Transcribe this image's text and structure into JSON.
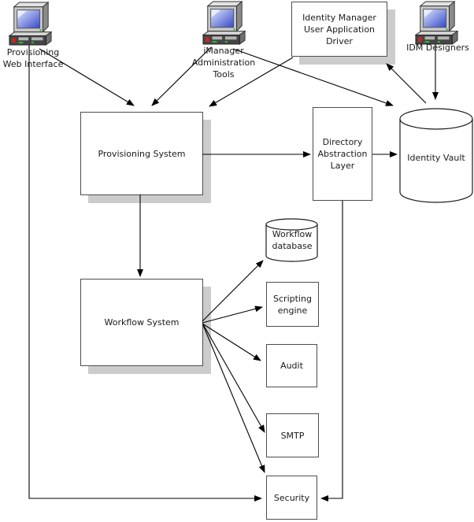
{
  "title": "Identity Manager provisioning architecture diagram",
  "colors": {
    "background": "#ffffff",
    "box_border": "#4d4d4d",
    "drop_shadow": "#cccccc",
    "connector_line": "#000000",
    "screen_blue": "#3648c8",
    "power_button_red": "#c8281e",
    "led_green": "#2fbf2f"
  },
  "nodes": {
    "provisioning_web_interface": {
      "label": "Provisioning\nWeb Interface",
      "type": "computer"
    },
    "imanager": {
      "label": "iManager\nAdministration\nTools",
      "type": "computer"
    },
    "idm_designers": {
      "label": "IDM Designers",
      "type": "computer"
    },
    "user_app_driver": {
      "label": "Identity Manager\nUser Application\nDriver",
      "type": "box"
    },
    "provisioning_system": {
      "label": "Provisioning System",
      "type": "box"
    },
    "directory_abstraction_layer": {
      "label": "Directory\nAbstraction\nLayer",
      "type": "box"
    },
    "identity_vault": {
      "label": "Identity Vault",
      "type": "cylinder"
    },
    "workflow_system": {
      "label": "Workflow System",
      "type": "box"
    },
    "workflow_database": {
      "label": "Workflow\ndatabase",
      "type": "cylinder"
    },
    "scripting_engine": {
      "label": "Scripting\nengine",
      "type": "box"
    },
    "audit": {
      "label": "Audit",
      "type": "box"
    },
    "smtp": {
      "label": "SMTP",
      "type": "box"
    },
    "security": {
      "label": "Security",
      "type": "box"
    }
  },
  "edges": [
    {
      "from": "provisioning-web-interface",
      "to": "provisioning-system",
      "arrow": "end"
    },
    {
      "from": "imanager-administration-tools",
      "to": "provisioning-system",
      "arrow": "end"
    },
    {
      "from": "imanager-administration-tools",
      "to": "identity-vault",
      "arrow": "end"
    },
    {
      "from": "identity-manager-user-application-driver",
      "to": "provisioning-system",
      "arrow": "end"
    },
    {
      "from": "identity-vault",
      "to": "identity-manager-user-application-driver",
      "arrow": "end"
    },
    {
      "from": "idm-designers",
      "to": "identity-vault",
      "arrow": "end"
    },
    {
      "from": "provisioning-system",
      "to": "directory-abstraction-layer",
      "arrow": "end"
    },
    {
      "from": "directory-abstraction-layer",
      "to": "identity-vault",
      "arrow": "end"
    },
    {
      "from": "provisioning-system",
      "to": "workflow-system",
      "arrow": "end"
    },
    {
      "from": "workflow-system",
      "to": "workflow-database",
      "arrow": "end"
    },
    {
      "from": "workflow-system",
      "to": "scripting-engine",
      "arrow": "end"
    },
    {
      "from": "workflow-system",
      "to": "audit",
      "arrow": "end"
    },
    {
      "from": "workflow-system",
      "to": "smtp",
      "arrow": "end"
    },
    {
      "from": "workflow-system",
      "to": "security",
      "arrow": "end"
    },
    {
      "from": "provisioning-web-interface",
      "to": "security",
      "arrow": "end"
    },
    {
      "from": "directory-abstraction-layer",
      "to": "security",
      "arrow": "end"
    }
  ]
}
